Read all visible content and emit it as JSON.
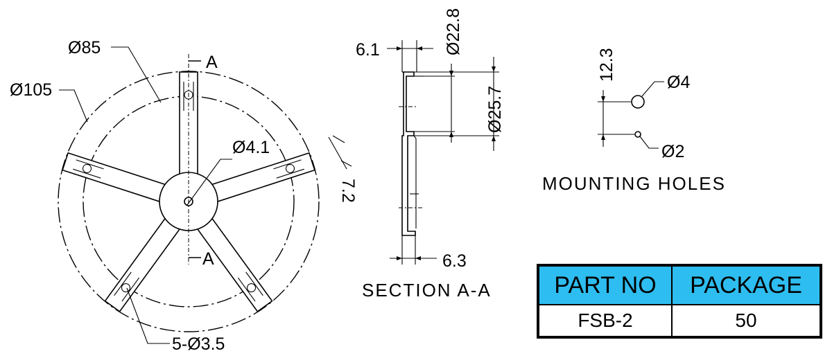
{
  "front_view": {
    "dims": {
      "outer_diameter": "Ø105",
      "inner_diameter": "Ø85",
      "hub_hole": "Ø4.1",
      "arm_width": "7.2",
      "mounting_holes": "5-Ø3.5"
    },
    "section_marks": {
      "top": "A",
      "bottom": "A"
    }
  },
  "section_view": {
    "dims": {
      "top_flange": "6.1",
      "bore": "Ø22.8",
      "hub_outer": "Ø25.7",
      "bottom_step": "6.3"
    },
    "caption": "SECTION A-A"
  },
  "mounting_holes_view": {
    "dims": {
      "spacing": "12.3",
      "large_hole": "Ø4",
      "small_hole": "Ø2"
    },
    "caption": "MOUNTING HOLES"
  },
  "spec_table": {
    "header_color": "#2ebdf0",
    "columns": [
      "PART NO",
      "PACKAGE"
    ],
    "rows": [
      [
        "FSB-2",
        "50"
      ]
    ]
  }
}
